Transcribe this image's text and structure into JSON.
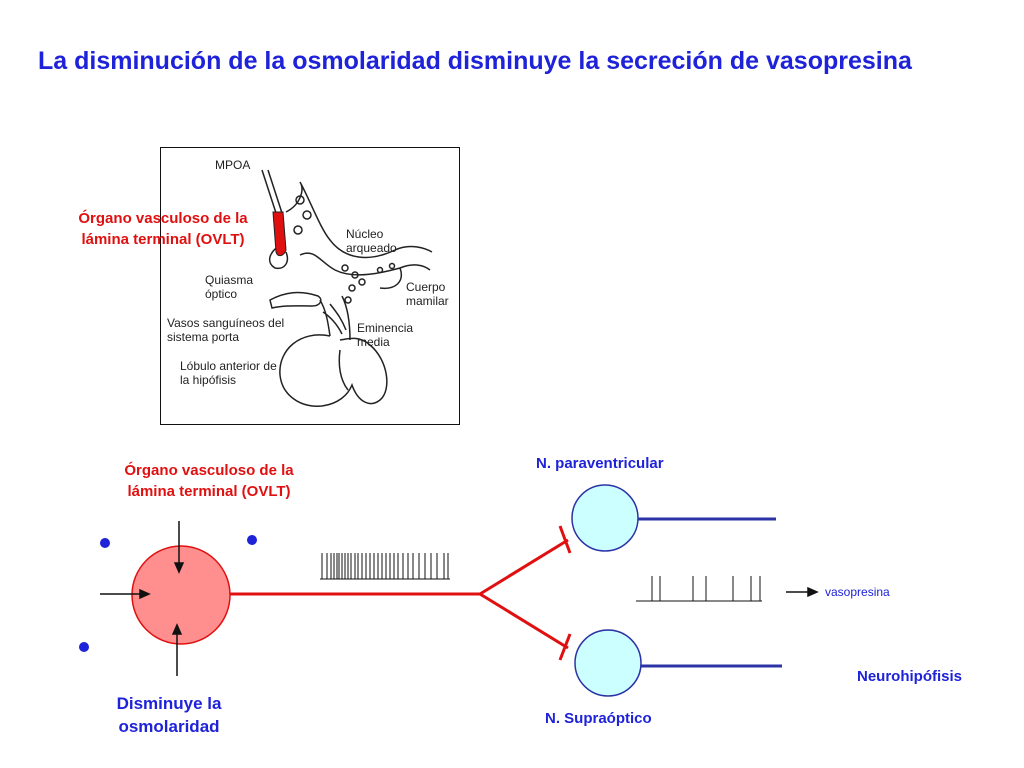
{
  "title": "La disminución de la osmolaridad disminuye la secreción de vasopresina",
  "figure": {
    "ovlt_label": "Órgano vasculoso de la lámina terminal (OVLT)",
    "mpoa": "MPOA",
    "nucleo": "Núcleo arqueado",
    "quiasma": "Quiasma óptico",
    "cuerpo": "Cuerpo mamilar",
    "vasos": "Vasos sanguíneos del sistema porta",
    "eminencia": "Eminencia media",
    "lobulo": "Lóbulo anterior de la hipófisis"
  },
  "diagram": {
    "ovlt_label": "Órgano vasculoso de la lámina terminal (OVLT)",
    "osmolaridad": "Disminuye la osmolaridad",
    "paraventricular": "N. paraventricular",
    "supraoptico": "N. Supraóptico",
    "vasopresina": "vasopresina",
    "neurohipofisis": "Neurohipófisis"
  },
  "colors": {
    "title": "#1e22d8",
    "ovlt": "#e01010",
    "cell_fill": "#ff8f8f",
    "nucleus_fill": "#ccffff",
    "axon": "#2b33a6"
  }
}
